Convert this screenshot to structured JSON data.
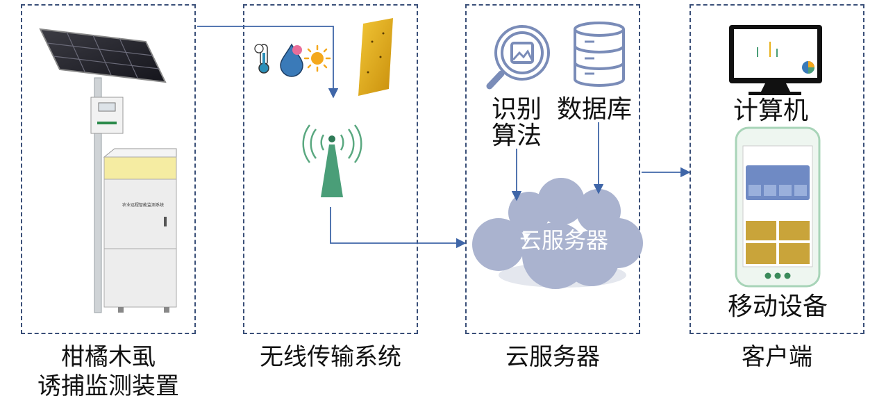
{
  "panels": {
    "device": {
      "caption_line1": "柑橘木虱",
      "caption_line2": "诱捕监测装置",
      "device_label_line1": "农业远程智能监测系统"
    },
    "wireless": {
      "caption": "无线传输系统"
    },
    "cloud": {
      "caption": "云服务器",
      "algorithm_label_line1": "识别",
      "algorithm_label_line2": "算法",
      "database_label": "数据库",
      "cloud_label": "云服务器"
    },
    "client": {
      "caption": "客户端",
      "computer_label": "计算机",
      "mobile_label": "移动设备"
    }
  },
  "icons": [
    "solar-panel-icon",
    "thermometer-icon",
    "humidity-drop-icon",
    "sun-icon",
    "sticky-trap-icon",
    "antenna-icon",
    "image-search-icon",
    "database-icon",
    "cloud-icon",
    "monitor-icon",
    "phone-icon"
  ],
  "colors": {
    "border": "#3a4f78",
    "arrow": "#3f66a8",
    "icon_blue": "#7a8cb8",
    "cloud": "#aab3cf",
    "antenna": "#4a9e78",
    "trap_yellow": "#e8b019"
  }
}
